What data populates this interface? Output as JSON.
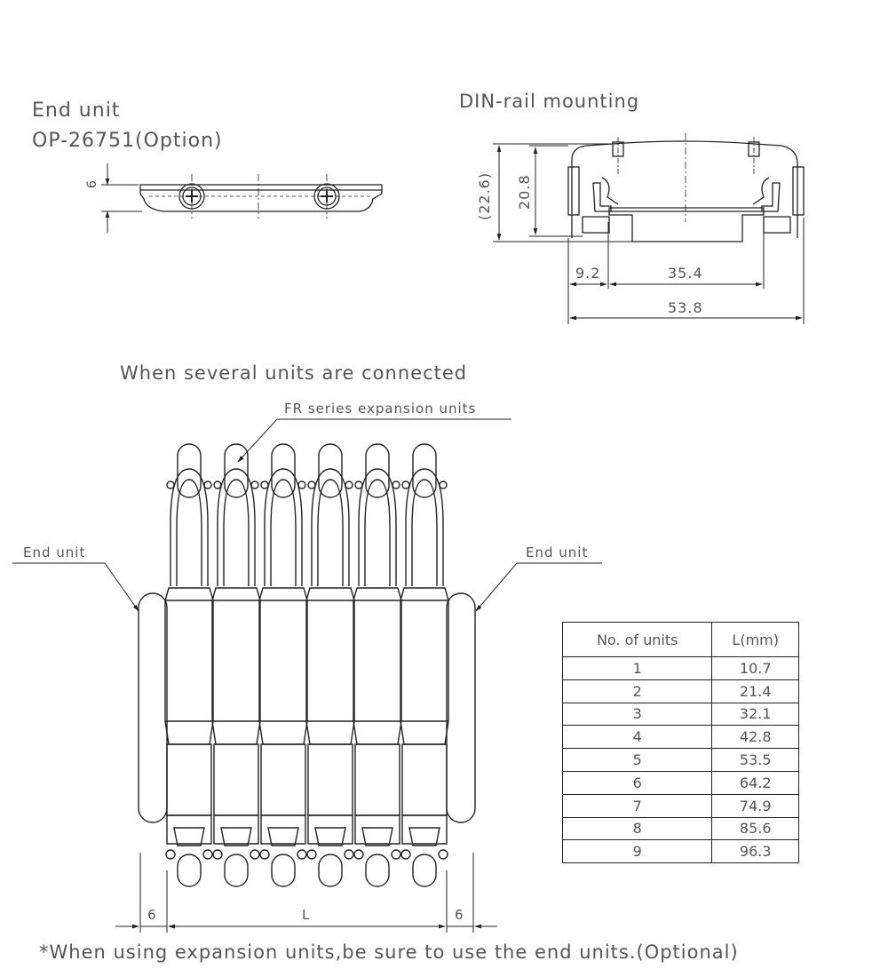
{
  "end_unit_view": {
    "title_line1": "End unit",
    "title_line2": "OP-26751(Option)",
    "dim_height": "6"
  },
  "din_view": {
    "title": "DIN-rail mounting",
    "dim_outer_height": "(22.6)",
    "dim_inner_height": "20.8",
    "dim_left": "9.2",
    "dim_middle": "35.4",
    "dim_total": "53.8"
  },
  "connected_view": {
    "title": "When several units are connected",
    "callout_expansion": "FR series expansion units",
    "callout_end_left": "End unit",
    "callout_end_right": "End unit",
    "dim_left": "6",
    "dim_length": "L",
    "dim_right": "6",
    "unit_count_drawn": 6
  },
  "units_table": {
    "headers": [
      "No. of units",
      "L(mm)"
    ],
    "rows": [
      [
        "1",
        "10.7"
      ],
      [
        "2",
        "21.4"
      ],
      [
        "3",
        "32.1"
      ],
      [
        "4",
        "42.8"
      ],
      [
        "5",
        "53.5"
      ],
      [
        "6",
        "64.2"
      ],
      [
        "7",
        "74.9"
      ],
      [
        "8",
        "85.6"
      ],
      [
        "9",
        "96.3"
      ]
    ]
  },
  "footnote": "*When using expansion units,be sure to use the end units.(Optional)"
}
